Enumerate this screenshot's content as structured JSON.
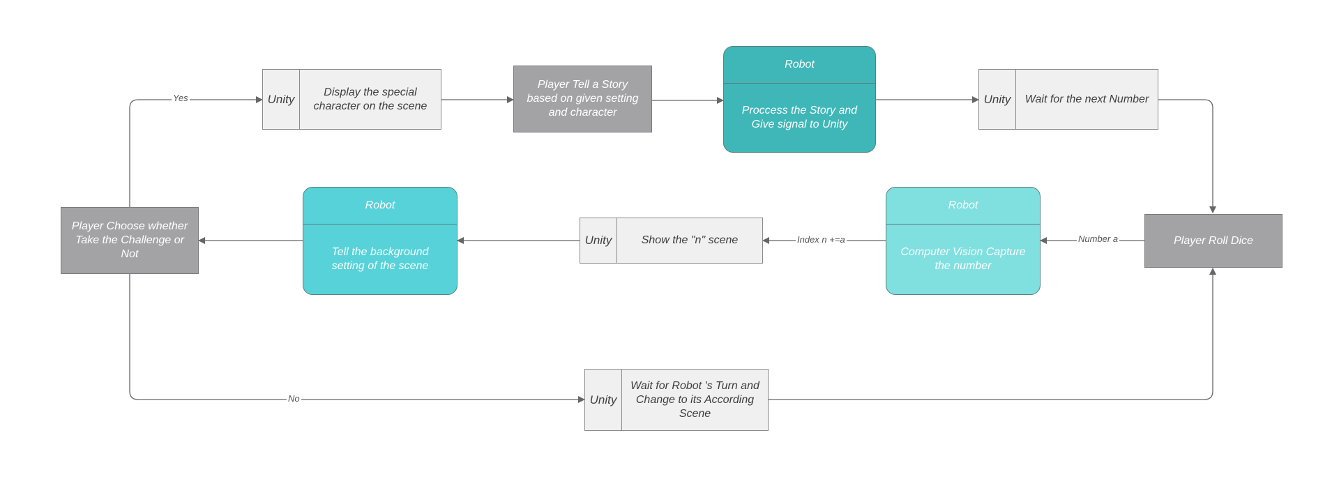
{
  "colors": {
    "robot_dark": "#3fb6b7",
    "robot_mid": "#56d2d8",
    "robot_light": "#80dfdf",
    "player_gray": "#a3a3a6",
    "unity_fill": "#eff0ef",
    "arrow": "#666666"
  },
  "nodes": {
    "display_special": {
      "tag": "Unity",
      "text": "Display the special character on the scene"
    },
    "player_story": {
      "text": "Player Tell a Story based on given setting and character"
    },
    "robot_process": {
      "title": "Robot",
      "text": "Proccess the Story and Give signal to Unity"
    },
    "wait_next": {
      "tag": "Unity",
      "text": "Wait for the next Number"
    },
    "player_roll": {
      "text": "Player Roll Dice"
    },
    "robot_cv": {
      "title": "Robot",
      "text": "Computer Vision Capture the number"
    },
    "show_scene": {
      "tag": "Unity",
      "text": "Show the \"n\" scene"
    },
    "robot_tell": {
      "title": "Robot",
      "text": "Tell the background setting of the scene"
    },
    "player_choose": {
      "text": "Player Choose whether Take the Challenge or Not"
    },
    "wait_robot": {
      "tag": "Unity",
      "text": "Wait for Robot 's Turn and Change to its According Scene"
    }
  },
  "edge_labels": {
    "yes": "Yes",
    "no": "No",
    "number_a": "Number a",
    "index": "Index n +=a"
  }
}
